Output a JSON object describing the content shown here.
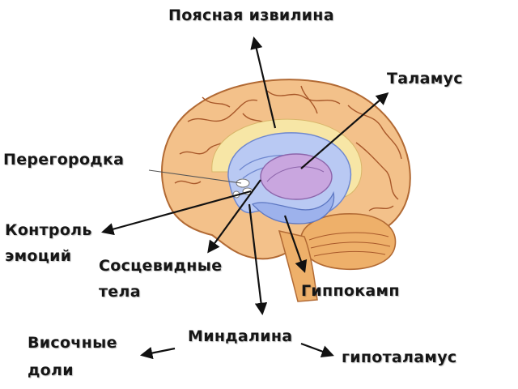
{
  "labels": {
    "cingulate_gyrus": "Поясная извилина",
    "thalamus": "Таламус",
    "septum": "Перегородка",
    "emotion_control_line1": "Контроль",
    "emotion_control_line2": "эмоций",
    "mammillary_line1": "Сосцевидные",
    "mammillary_line2": "тела",
    "hippocampus": "Гиппокамп",
    "temporal_line1": "Височные",
    "temporal_line2": "доли",
    "amygdala": "Миндалина",
    "hypothalamus": "гипоталамус"
  },
  "colors": {
    "cortex": "#f3c18a",
    "cortex_outline": "#b26a34",
    "sulci": "#a8582a",
    "cingulate_band": "#f7e6a6",
    "limbic_blue": "#b9c9f3",
    "limbic_blue_dark": "#6f88cf",
    "thalamus": "#c9a6df",
    "cerebellum": "#eeb06a",
    "arrow": "#111111"
  }
}
